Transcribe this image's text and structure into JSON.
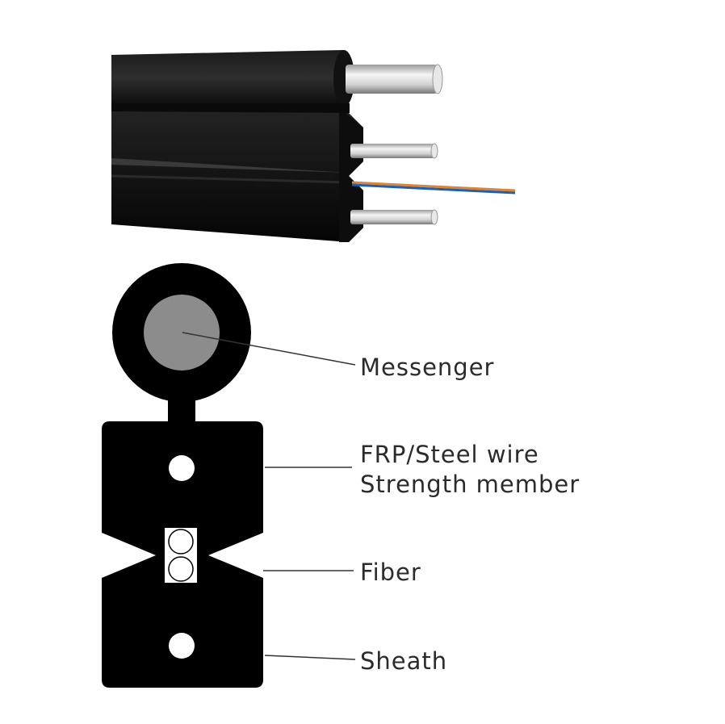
{
  "labels": {
    "messenger": "Messenger",
    "strength_line1": "FRP/Steel wire",
    "strength_line2": "Strength member",
    "fiber": "Fiber",
    "sheath": "Sheath"
  },
  "colors": {
    "sheath": "#000000",
    "messenger_core": "#8c8c8c",
    "fiber_orange": "#d9863a",
    "fiber_blue": "#1f5fb0",
    "leader_line": "#333333",
    "label_text": "#2b2b2b"
  }
}
